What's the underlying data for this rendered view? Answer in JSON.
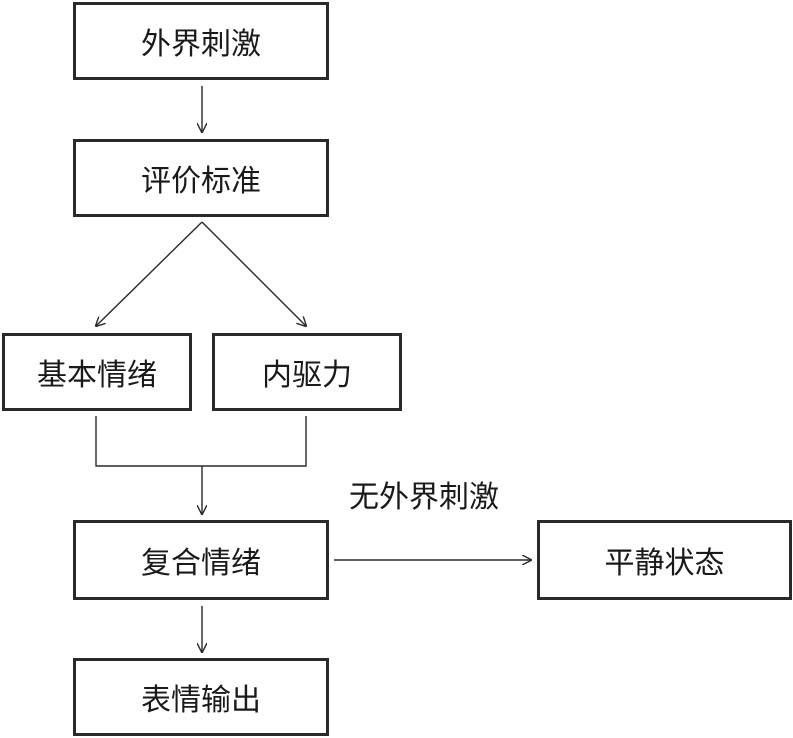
{
  "diagram": {
    "nodes": {
      "external_stimulus": "外界刺激",
      "evaluation_criteria": "评价标准",
      "basic_emotion": "基本情绪",
      "inner_drive": "内驱力",
      "compound_emotion": "复合情绪",
      "calm_state": "平静状态",
      "expression_output": "表情输出"
    },
    "edge_labels": {
      "no_external_stimulus": "无外界刺激"
    },
    "colors": {
      "line": "#2a2a2a",
      "text": "#1a1a1a",
      "background": "#ffffff"
    }
  }
}
